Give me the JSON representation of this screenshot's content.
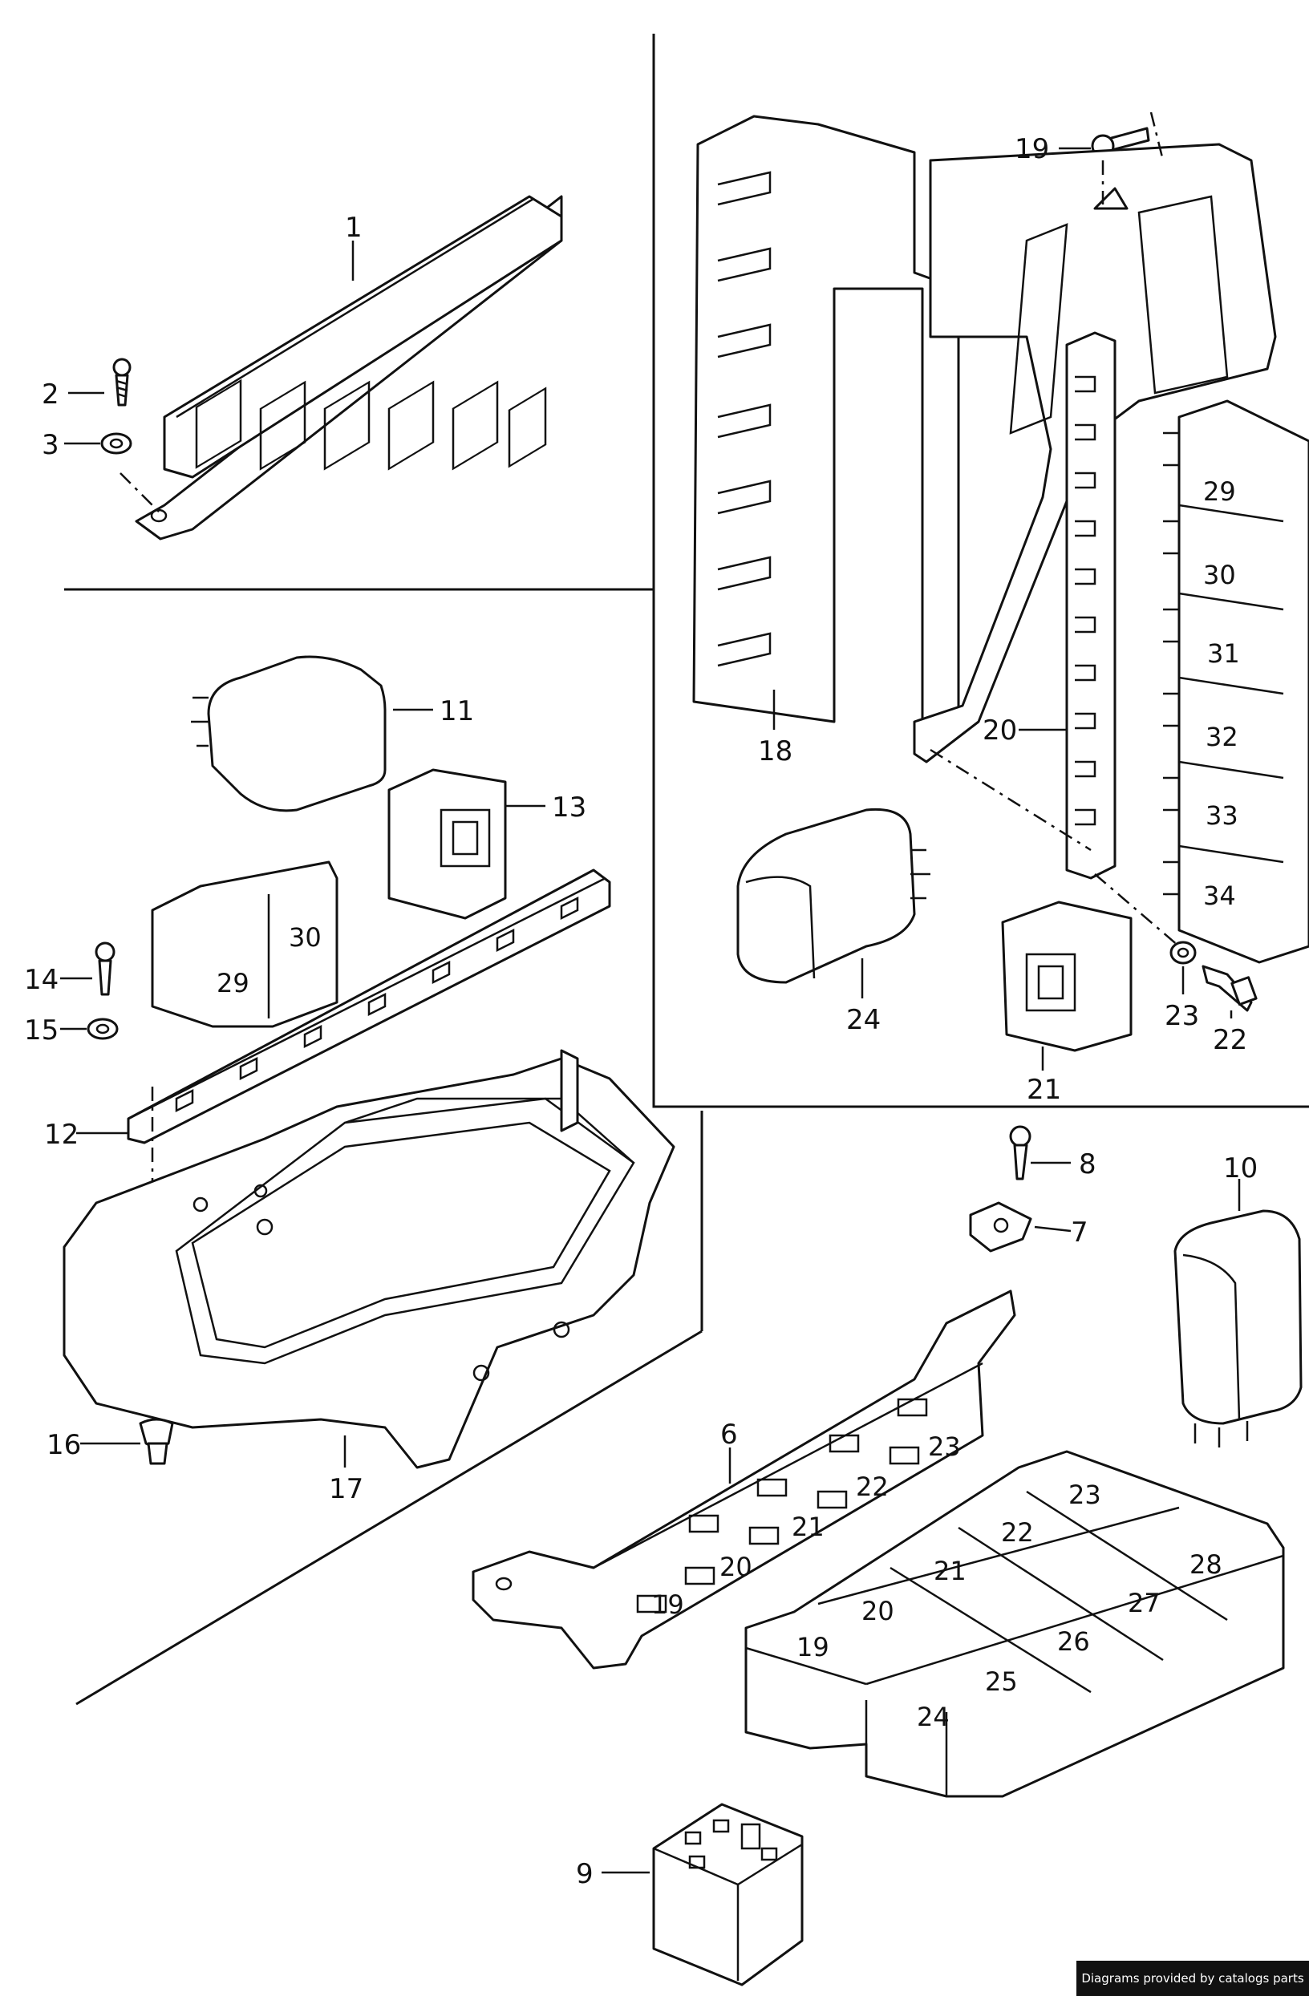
{
  "credit": "Diagrams provided by catalogs parts",
  "callouts": {
    "c1": "1",
    "c2": "2",
    "c3": "3",
    "c6": "6",
    "c7": "7",
    "c8": "8",
    "c9": "9",
    "c10": "10",
    "c11": "11",
    "c12": "12",
    "c13": "13",
    "c14": "14",
    "c15": "15",
    "c16": "16",
    "c17": "17",
    "c18": "18",
    "c19": "19",
    "c20": "20",
    "c21": "21",
    "c22": "22",
    "c23": "23",
    "c24": "24"
  },
  "inline_labels": {
    "slot_29": "29",
    "slot_30": "30",
    "slot_31": "31",
    "slot_32": "32",
    "slot_33": "33",
    "slot_34": "34",
    "mid_29": "29",
    "mid_30": "30",
    "carrier_19": "19",
    "carrier_20": "20",
    "carrier_21": "21",
    "carrier_22": "22",
    "carrier_23": "23",
    "relay_19": "19",
    "relay_20": "20",
    "relay_21": "21",
    "relay_22": "22",
    "relay_23": "23",
    "relay_24": "24",
    "relay_25": "25",
    "relay_26": "26",
    "relay_27": "27",
    "relay_28": "28"
  }
}
